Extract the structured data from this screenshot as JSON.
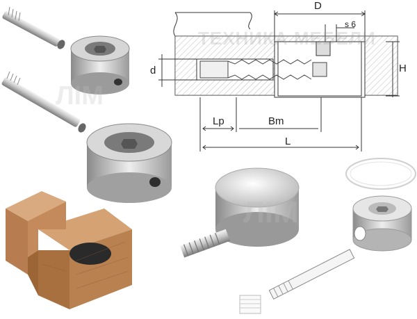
{
  "drawing": {
    "dim_D": "D",
    "dim_s": "s 6",
    "dim_d": "d",
    "dim_H": "H",
    "dim_Lp": "Lp",
    "dim_Bm": "Bm",
    "dim_L": "L"
  },
  "watermark": {
    "top": "ТЕХНИКА МЕБЕЛИ",
    "logo": "ЛИМ"
  },
  "colors": {
    "metal_light": "#e8e8e8",
    "metal_mid": "#b9b9b9",
    "metal_dark": "#7d7d7d",
    "wood_light": "#c9966b",
    "wood_dark": "#8a5a36",
    "line": "#333333"
  }
}
